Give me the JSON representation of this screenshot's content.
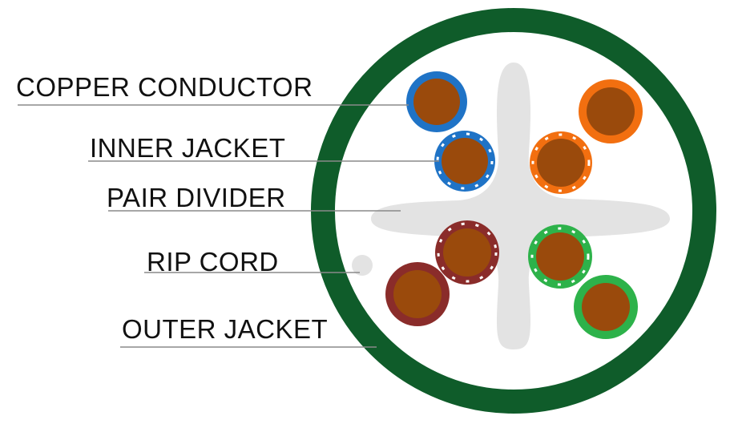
{
  "labels": {
    "copper_conductor": "COPPER CONDUCTOR",
    "inner_jacket": "INNER JACKET",
    "pair_divider": "PAIR DIVIDER",
    "rip_cord": "RIP CORD",
    "outer_jacket": "OUTER JACKET"
  },
  "colors": {
    "outer_jacket": "#0f5c2a",
    "copper": "#9a4a0c",
    "pair_divider": "#e3e3e3",
    "blue": "#1f73c6",
    "orange": "#f26f10",
    "brown": "#8a2c2a",
    "green": "#2db24a",
    "leader_line": "#8a8a8a"
  }
}
